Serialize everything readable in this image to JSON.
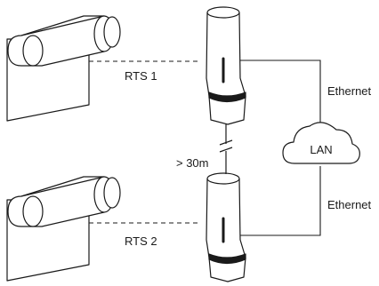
{
  "labels": {
    "rts_1": "RTS 1",
    "rts_2": "RTS 2",
    "distance": "> 30m",
    "ethernet_top": "Ethernet",
    "ethernet_bottom": "Ethernet",
    "lan": "LAN"
  },
  "colors": {
    "stroke": "#1a1a1a",
    "background": "#ffffff"
  }
}
